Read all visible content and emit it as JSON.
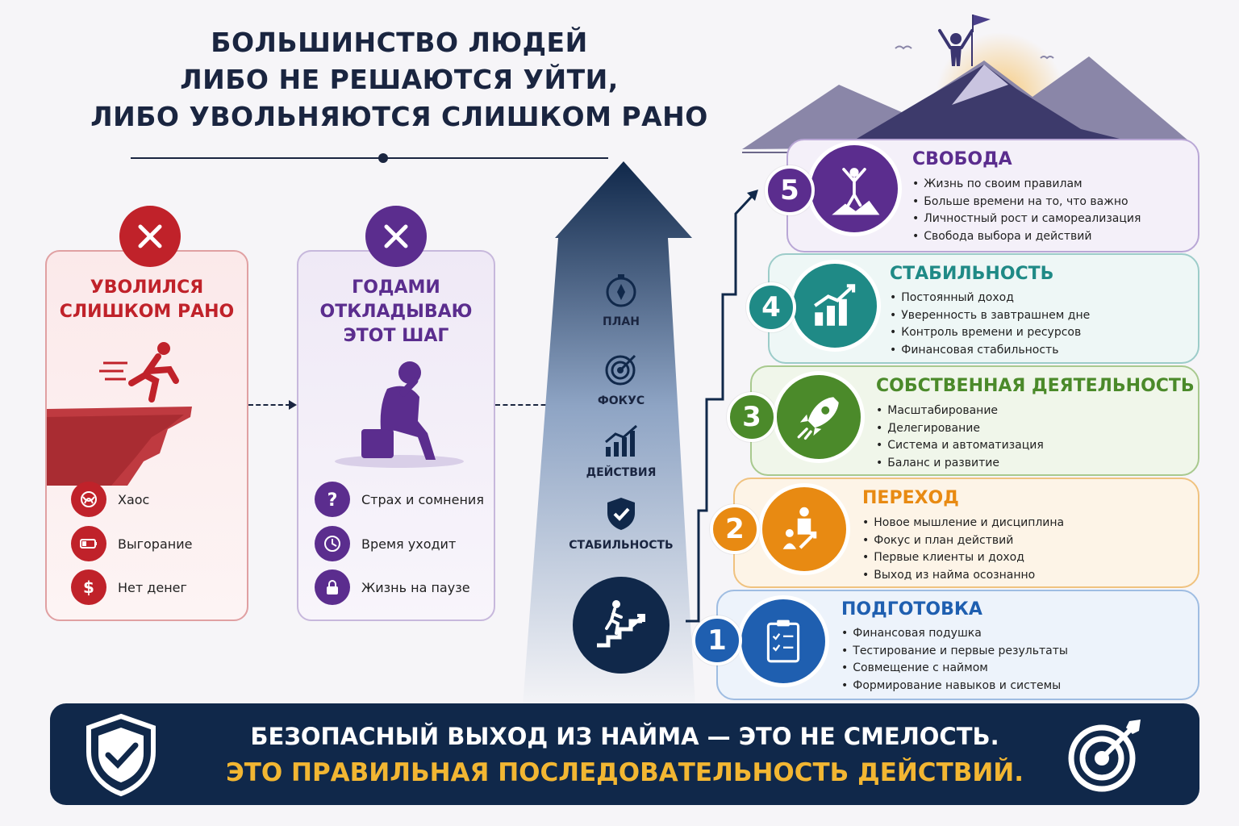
{
  "title": {
    "line1": "БОЛЬШИНСТВО ЛЮДЕЙ",
    "line2": "ЛИБО НЕ РЕШАЮТСЯ УЙТИ,",
    "line3": "ЛИБО УВОЛЬНЯЮТСЯ СЛИШКОМ РАНО"
  },
  "left_cards": [
    {
      "title_line1": "УВОЛИЛСЯ",
      "title_line2": "СЛИШКОМ РАНО",
      "color": "#c0222a",
      "items": [
        {
          "label": "Хаос",
          "icon": "chaos-icon"
        },
        {
          "label": "Выгорание",
          "icon": "battery-low-icon"
        },
        {
          "label": "Нет денег",
          "icon": "dollar-icon"
        }
      ]
    },
    {
      "title_line1": "ГОДАМИ",
      "title_line2": "ОТКЛАДЫВАЮ",
      "title_line3": "ЭТОТ ШАГ",
      "color": "#5b2d8e",
      "items": [
        {
          "label": "Страх и сомнения",
          "icon": "question-icon"
        },
        {
          "label": "Время уходит",
          "icon": "clock-icon"
        },
        {
          "label": "Жизнь на паузе",
          "icon": "lock-icon"
        }
      ]
    }
  ],
  "arrow_steps": [
    {
      "label": "ПЛАН",
      "icon": "compass-icon"
    },
    {
      "label": "ФОКУС",
      "icon": "target-icon"
    },
    {
      "label": "ДЕЙСТВИЯ",
      "icon": "growth-chart-icon"
    },
    {
      "label": "СТАБИЛЬНОСТЬ",
      "icon": "shield-check-icon"
    }
  ],
  "stages": [
    {
      "number": "5",
      "title": "СВОБОДА",
      "color": "#5b2d8e",
      "icon": "freedom-icon",
      "items": [
        "Жизнь по своим правилам",
        "Больше времени на то, что важно",
        "Личностный рост и самореализация",
        "Свобода выбора и действий"
      ]
    },
    {
      "number": "4",
      "title": "СТАБИЛЬНОСТЬ",
      "color": "#1f8a86",
      "icon": "bar-chart-icon",
      "items": [
        "Постоянный доход",
        "Уверенность в завтрашнем дне",
        "Контроль времени и ресурсов",
        "Финансовая стабильность"
      ]
    },
    {
      "number": "3",
      "title": "СОБСТВЕННАЯ ДЕЯТЕЛЬНОСТЬ",
      "color": "#4b8a2a",
      "icon": "rocket-icon",
      "items": [
        "Масштабирование",
        "Делегирование",
        "Система и автоматизация",
        "Баланс и развитие"
      ]
    },
    {
      "number": "2",
      "title": "ПЕРЕХОД",
      "color": "#e88a12",
      "icon": "mentor-icon",
      "items": [
        "Новое мышление и дисциплина",
        "Фокус и план действий",
        "Первые клиенты и доход",
        "Выход из найма осознанно"
      ]
    },
    {
      "number": "1",
      "title": "ПОДГОТОВКА",
      "color": "#1f5fb0",
      "icon": "clipboard-icon",
      "items": [
        "Финансовая подушка",
        "Тестирование и первые результаты",
        "Совмещение с наймом",
        "Формирование навыков и системы"
      ]
    }
  ],
  "banner": {
    "line1": "БЕЗОПАСНЫЙ ВЫХОД ИЗ НАЙМА — ЭТО НЕ СМЕЛОСТЬ.",
    "line2": "ЭТО ПРАВИЛЬНАЯ ПОСЛЕДОВАТЕЛЬНОСТЬ ДЕЙСТВИЙ.",
    "accent": "#f2b632",
    "background": "#10284a"
  }
}
